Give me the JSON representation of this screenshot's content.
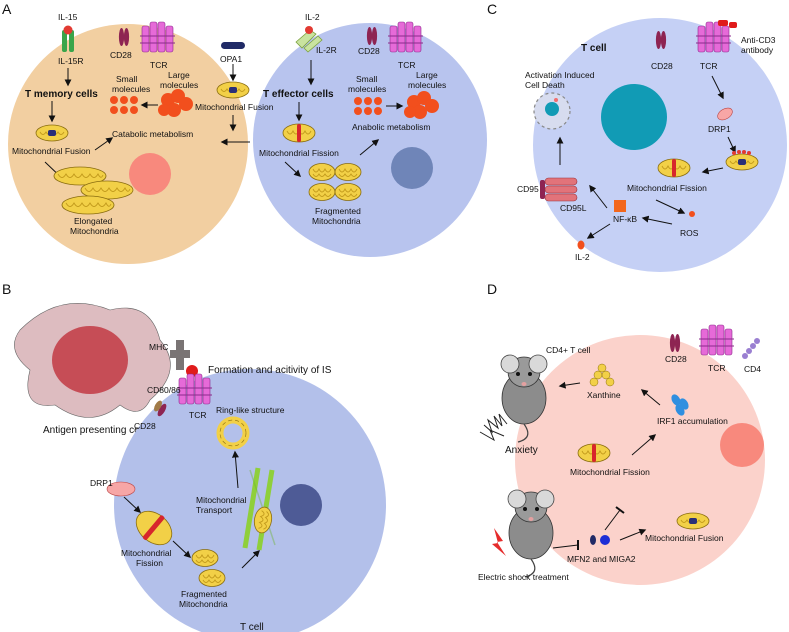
{
  "colors": {
    "memory_cell": "#f2cfa1",
    "effector_cell": "#b8c4ee",
    "panel_c_cell": "#c5d0f5",
    "panel_b_cell": "#b3c0ea",
    "panel_d_cell": "#fbd2cb",
    "apc": "#ddbcc0",
    "nucleus_salmon": "#f8897d",
    "nucleus_blue": "#6f85b8",
    "nucleus_teal": "#0b96b8",
    "nucleus_navy": "#4e5b96",
    "mito_yellow": "#f2d047",
    "molecule_red": "#f24f1d",
    "receptor_pink": "#e66ad8"
  },
  "panel_a": {
    "letter": "A",
    "il15": "IL-15",
    "il15r": "IL-15R",
    "cd28_left": "CD28",
    "tcr_left": "TCR",
    "opa1": "OPA1",
    "mito_fusion_center": "Mitochondrial Fusion",
    "il2": "IL-2",
    "il2r": "IL-2R",
    "cd28_right": "CD28",
    "tcr_right": "TCR",
    "memory_title": "T memory cells",
    "small_molecules_left": "Small\nmolecules",
    "large_molecules_left": "Large\nmolecules",
    "catabolic": "Catabolic metabolism",
    "mito_fusion_left": "Mitochondrial Fusion",
    "elongated": "Elongated\nMitochondria",
    "effector_title": "T effector cells",
    "small_molecules_right": "Small\nmolecules",
    "large_molecules_right": "Large\nmolecules",
    "anabolic": "Anabolic metabolism",
    "mito_fission": "Mitochondrial Fission",
    "fragmented": "Fragmented\nMitochondria"
  },
  "panel_b": {
    "letter": "B",
    "mhc": "MHC",
    "is_label": "Formation and acitivity of IS",
    "cd80": "CD80/86",
    "tcr": "TCR",
    "cd28": "CD28",
    "apc": "Antigen presenting cell",
    "ring": "Ring-like structure",
    "drp1": "DRP1",
    "transport": "Mitochondrial\nTransport",
    "fission": "Mitochondrial\nFission",
    "fragmented": "Fragmented\nMitochondria",
    "t_cell": "T cell"
  },
  "panel_c": {
    "letter": "C",
    "t_cell": "T cell",
    "cd28": "CD28",
    "tcr": "TCR",
    "anti_cd3": "Anti-CD3\nantibody",
    "aicd": "Activation Induced\nCell Death",
    "drp1": "DRP1",
    "fission": "Mitochondrial Fission",
    "cd95": "CD95",
    "cd95l": "CD95L",
    "nfkb": "NF-κB",
    "ros": "ROS",
    "il2": "IL-2"
  },
  "panel_d": {
    "letter": "D",
    "cell_label": "CD4+ T cell",
    "cd28": "CD28",
    "tcr": "TCR",
    "cd4": "CD4",
    "xanthine": "Xanthine",
    "anxiety": "Anxiety",
    "irf1": "IRF1 accumulation",
    "fission": "Mitochondrial Fission",
    "fusion": "Mitochondrial Fusion",
    "mfn2": "MFN2 and MIGA2",
    "shock": "Electric shock treatment"
  }
}
